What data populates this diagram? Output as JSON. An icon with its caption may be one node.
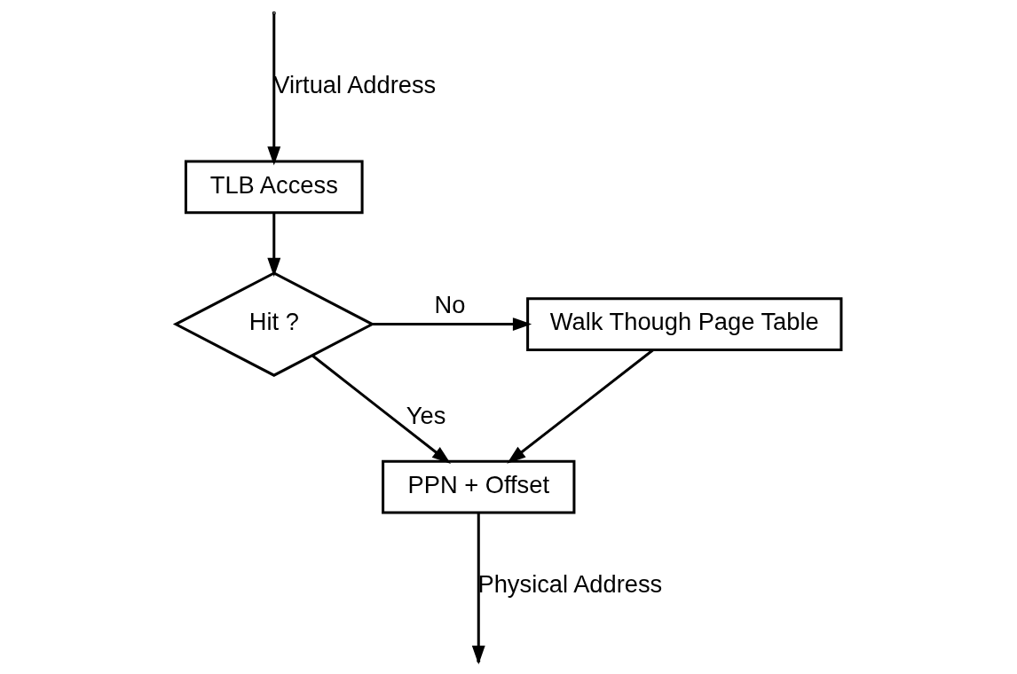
{
  "diagram": {
    "nodes": [
      {
        "text": [
          "TLB Access"
        ]
      },
      {
        "text": [
          "Hit ?"
        ]
      },
      {
        "text": [
          "Walk Though Page Table"
        ]
      },
      {
        "text": [
          "PPN + Offset"
        ]
      }
    ],
    "edges": [
      {
        "from": null,
        "to": 0,
        "arrow": "to",
        "label": "Virtual Address"
      },
      {
        "from": 0,
        "to": 1,
        "arrow": "to"
      },
      {
        "from": 1,
        "to": 2,
        "arrow": "to",
        "label": "No"
      },
      {
        "from": 1,
        "to": 3,
        "arrow": "to",
        "label": "Yes"
      },
      {
        "from": 2,
        "to": 3,
        "arrow": "to"
      },
      {
        "from": 3,
        "to": null,
        "arrow": "to",
        "label": "Physical Address"
      }
    ]
  }
}
